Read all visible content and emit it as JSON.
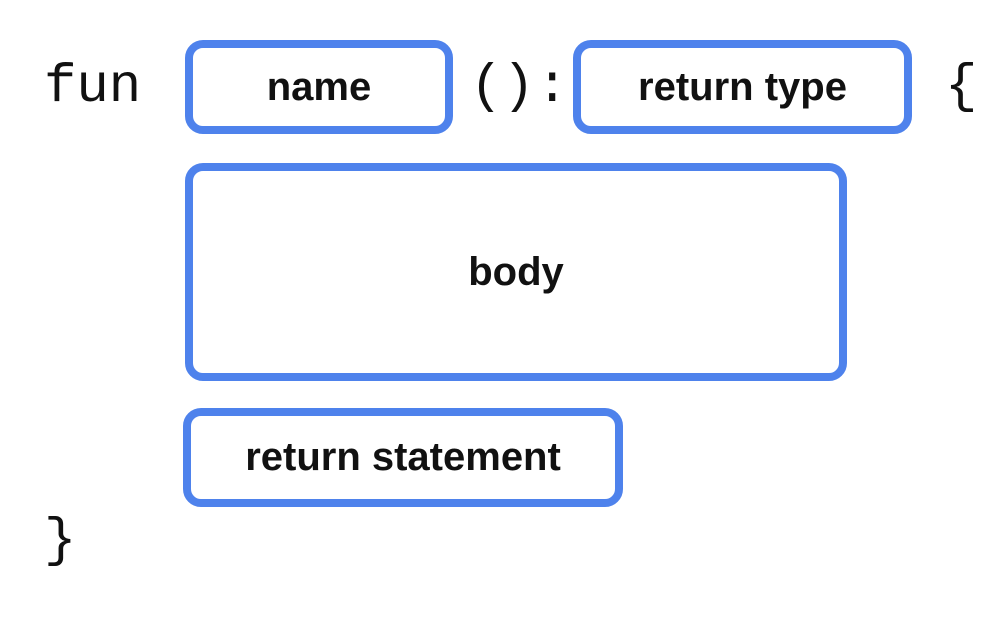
{
  "diagram": {
    "description": "Kotlin function declaration anatomy",
    "tokens": {
      "keyword_fun": "fun",
      "parentheses": "()",
      "colon": ":",
      "open_brace": "{",
      "close_brace": "}"
    },
    "slots": {
      "name": "name",
      "return_type": "return type",
      "body": "body",
      "return_statement": "return statement"
    },
    "colors": {
      "slot_border": "#4e82ec",
      "text": "#111111",
      "background": "#ffffff"
    }
  }
}
